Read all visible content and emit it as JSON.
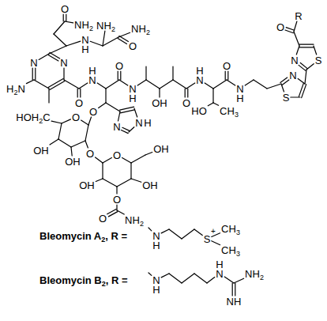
{
  "diagram": {
    "labels": [
      "O",
      "NH2",
      "N",
      "H",
      "NH2",
      "O",
      "NH2",
      "N",
      "N",
      "H2N",
      "O",
      "H",
      "N",
      "O",
      "N",
      "H",
      "OH",
      "O",
      "H",
      "N",
      "O",
      "N",
      "H",
      "HO",
      "CH3",
      "R",
      "O",
      "N",
      "S",
      "N",
      "S",
      "O",
      "N",
      "N",
      "H",
      "HOH2C",
      "O",
      "OH",
      "OH",
      "O",
      "O",
      "OH",
      "OH",
      "OH",
      "O",
      "O",
      "NH2",
      "Bleomycin A2, R =",
      "N",
      "H",
      "S",
      "+",
      "CH3",
      "CH3",
      "Bleomycin B2, R =",
      "N",
      "H",
      "H",
      "N",
      "NH2",
      "NH"
    ]
  }
}
